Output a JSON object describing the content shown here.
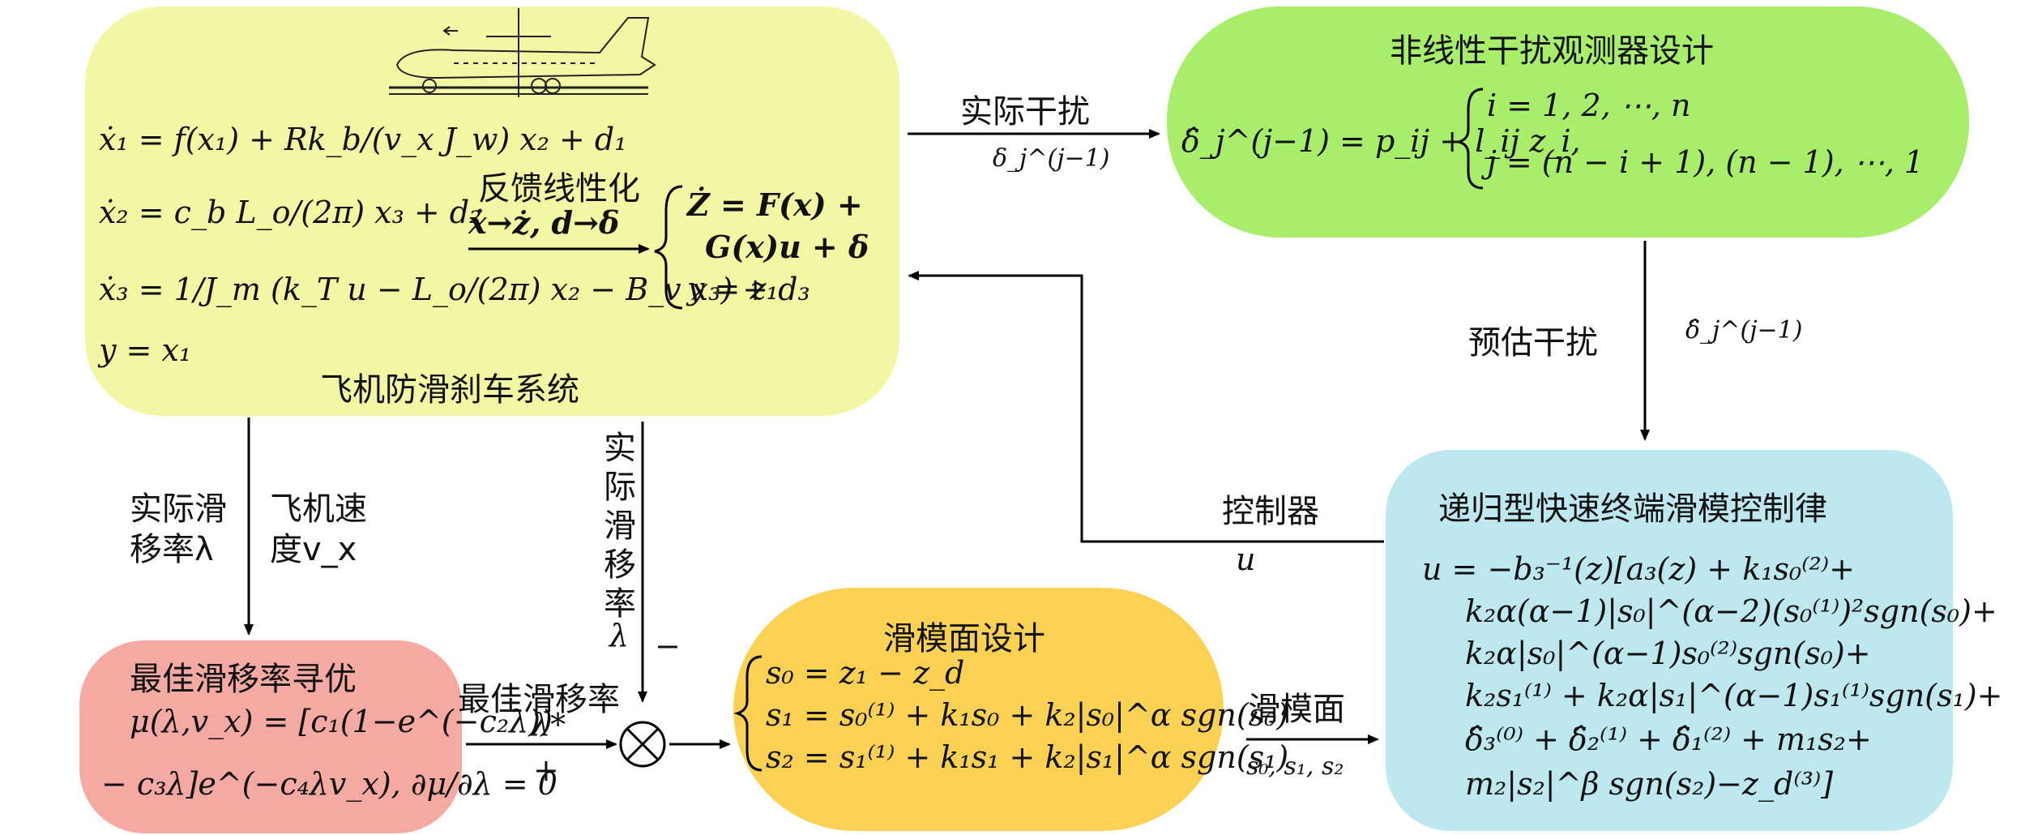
{
  "boxes": {
    "system": {
      "title": "飞机防滑刹车系统",
      "equations": [
        "ẋ₁ = f(x₁) + Rk_b/(v_x J_w) x₂ + d₁",
        "ẋ₂ = c_b L_o/(2π) x₃ + d₂",
        "ẋ₃ = 1/J_m (k_T u − L_o/(2π) x₂ − B_v x₃) + d₃",
        "y = x₁"
      ],
      "feedback_label": "反馈线性化",
      "transform": "ẋ→ż, d→δ",
      "transformed": [
        "Ż = F(x) +",
        "G(x)u + δ",
        "y = z₁"
      ]
    },
    "observer": {
      "title": "非线性干扰观测器设计",
      "equation": "δ̂_j^(j−1) = p_ij + l_ij z_i,",
      "conditions": [
        "i = 1, 2, ⋯, n",
        "j = (n − i + 1), (n − 1), ⋯, 1"
      ]
    },
    "controller": {
      "title": "递归型快速终端滑模控制律",
      "lines": [
        "u = −b₃⁻¹(z)[a₃(z) + k₁s₀⁽²⁾+",
        "k₂α(α−1)|s₀|^(α−2)(s₀⁽¹⁾)²sgn(s₀)+",
        "k₂α|s₀|^(α−1)s₀⁽²⁾sgn(s₀)+",
        "k₂s₁⁽¹⁾ + k₂α|s₁|^(α−1)s₁⁽¹⁾sgn(s₁)+",
        "δ̂₃⁽⁰⁾ + δ̂₂⁽¹⁾ + δ̂₁⁽²⁾ + m₁s₂+",
        "m₂|s₂|^β sgn(s₂)−z_d⁽³⁾]"
      ]
    },
    "sliding_surface": {
      "title": "滑模面设计",
      "lines": [
        "s₀ = z₁ − z_d",
        "s₁ = s₀⁽¹⁾ + k₁s₀ + k₂|s₀|^α sgn(s₀)",
        "s₂ = s₁⁽¹⁾ + k₁s₁ + k₂|s₁|^α sgn(s₁)"
      ]
    },
    "optimal_slip": {
      "title": "最佳滑移率寻优",
      "lines": [
        "μ(λ,v_x) = [c₁(1−e^(−c₂λ))",
        "− c₃λ]e^(−c₄λv_x), ∂μ/∂λ = 0"
      ]
    }
  },
  "arrows": {
    "actual_disturbance": {
      "label": "实际干扰",
      "symbol": "δ_j^(j−1)"
    },
    "estimated_disturbance": {
      "label": "预估干扰",
      "symbol": "δ̂_j^(j−1)"
    },
    "controller_output": {
      "label": "控制器",
      "symbol": "u"
    },
    "sliding_output": {
      "label": "滑模面",
      "symbol": "s₀, s₁, s₂"
    },
    "actual_slip_left": {
      "line1": "实际滑",
      "line2": "移率λ"
    },
    "aircraft_speed": {
      "line1": "飞机速",
      "line2": "度v_x"
    },
    "actual_slip_vertical": [
      "实",
      "际",
      "滑",
      "移",
      "率",
      "λ"
    ],
    "minus_sign": "−",
    "optimal_slip_out": {
      "label": "最佳滑移率",
      "symbol": "λ*",
      "sign": "+"
    },
    "summing_junction": "⊗"
  },
  "colors": {
    "system": "#f3f7a3",
    "observer": "#a9ee6a",
    "controller": "#bee8ef",
    "sliding_surface": "#fbd154",
    "optimal_slip": "#f4a9a2"
  }
}
